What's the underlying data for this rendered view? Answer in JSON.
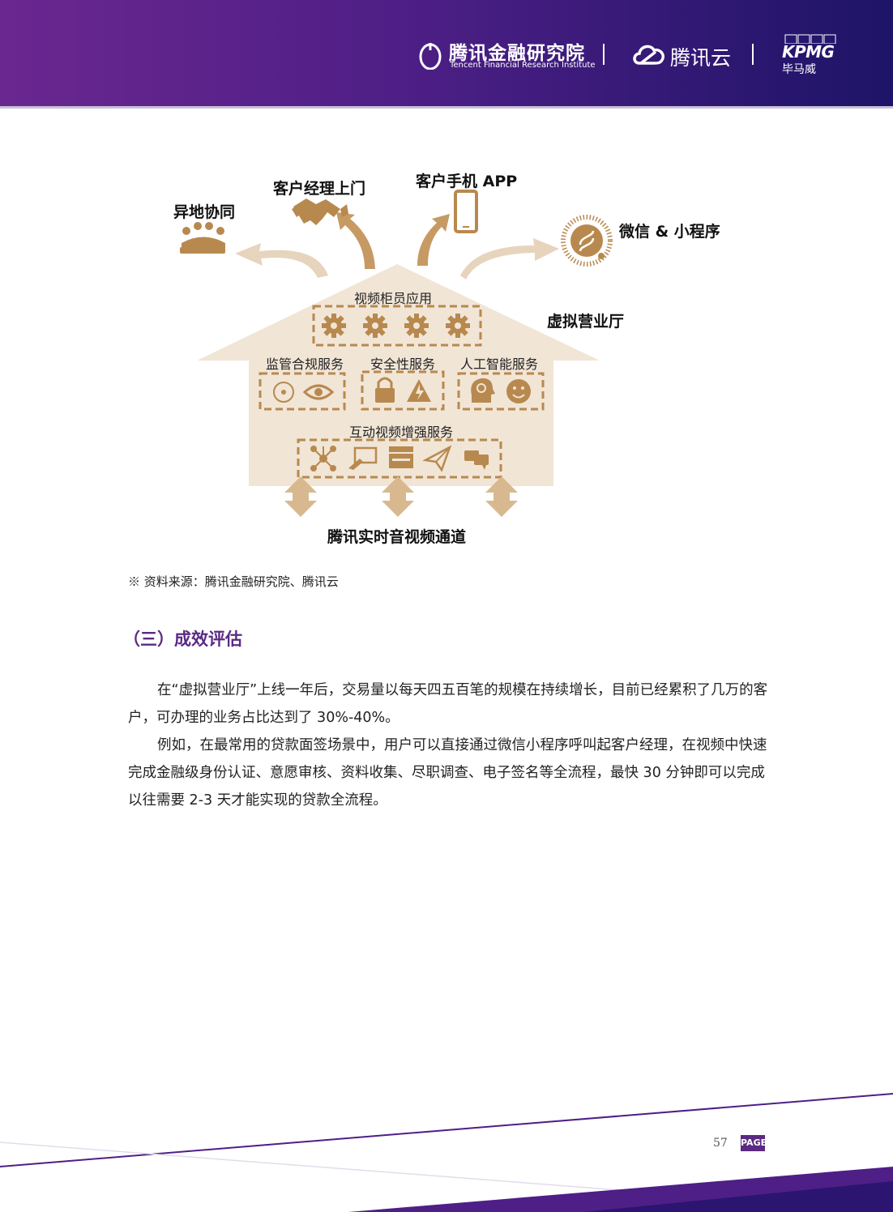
{
  "header": {
    "tfri_name_cn": "腾讯金融研究院",
    "tfri_name_en": "Tencent Financial Research Institute",
    "tencent_cloud": "腾讯云",
    "kpmg": "KPMG",
    "kpmg_cn": "毕马威"
  },
  "diagram": {
    "channels": {
      "remote": "异地协同",
      "manager_visit": "客户经理上门",
      "mobile_app": "客户手机 APP",
      "wechat": "微信 & 小程序"
    },
    "virtual_hall": "虚拟营业厅",
    "video_teller": "视频柜员应用",
    "compliance": "监管合规服务",
    "security": "安全性服务",
    "ai": "人工智能服务",
    "interactive": "互动视频增强服务",
    "rtc": "腾讯实时音视频通道"
  },
  "source": "※ 资料来源：腾讯金融研究院、腾讯云",
  "section_title": "（三）成效评估",
  "paragraphs": [
    "在“虚拟营业厅”上线一年后，交易量以每天四五百笔的规模在持续增长，目前已经累积了几万的客户，可办理的业务占比达到了 30%-40%。",
    "例如，在最常用的贷款面签场景中，用户可以直接通过微信小程序呼叫起客户经理，在视频中快速完成金融级身份认证、意愿审核、资料收集、尽职调查、电子签名等全流程，最快 30 分钟即可以完成以往需要 2-3 天才能实现的贷款全流程。"
  ],
  "footer": {
    "page_number": "57",
    "page_label": "PAGE"
  },
  "colors": {
    "header_purple": "#6a2790",
    "header_navy": "#1d1467",
    "gold": "#b8894e",
    "house_fill": "#f1e5d6",
    "section_purple": "#5a2a82"
  }
}
